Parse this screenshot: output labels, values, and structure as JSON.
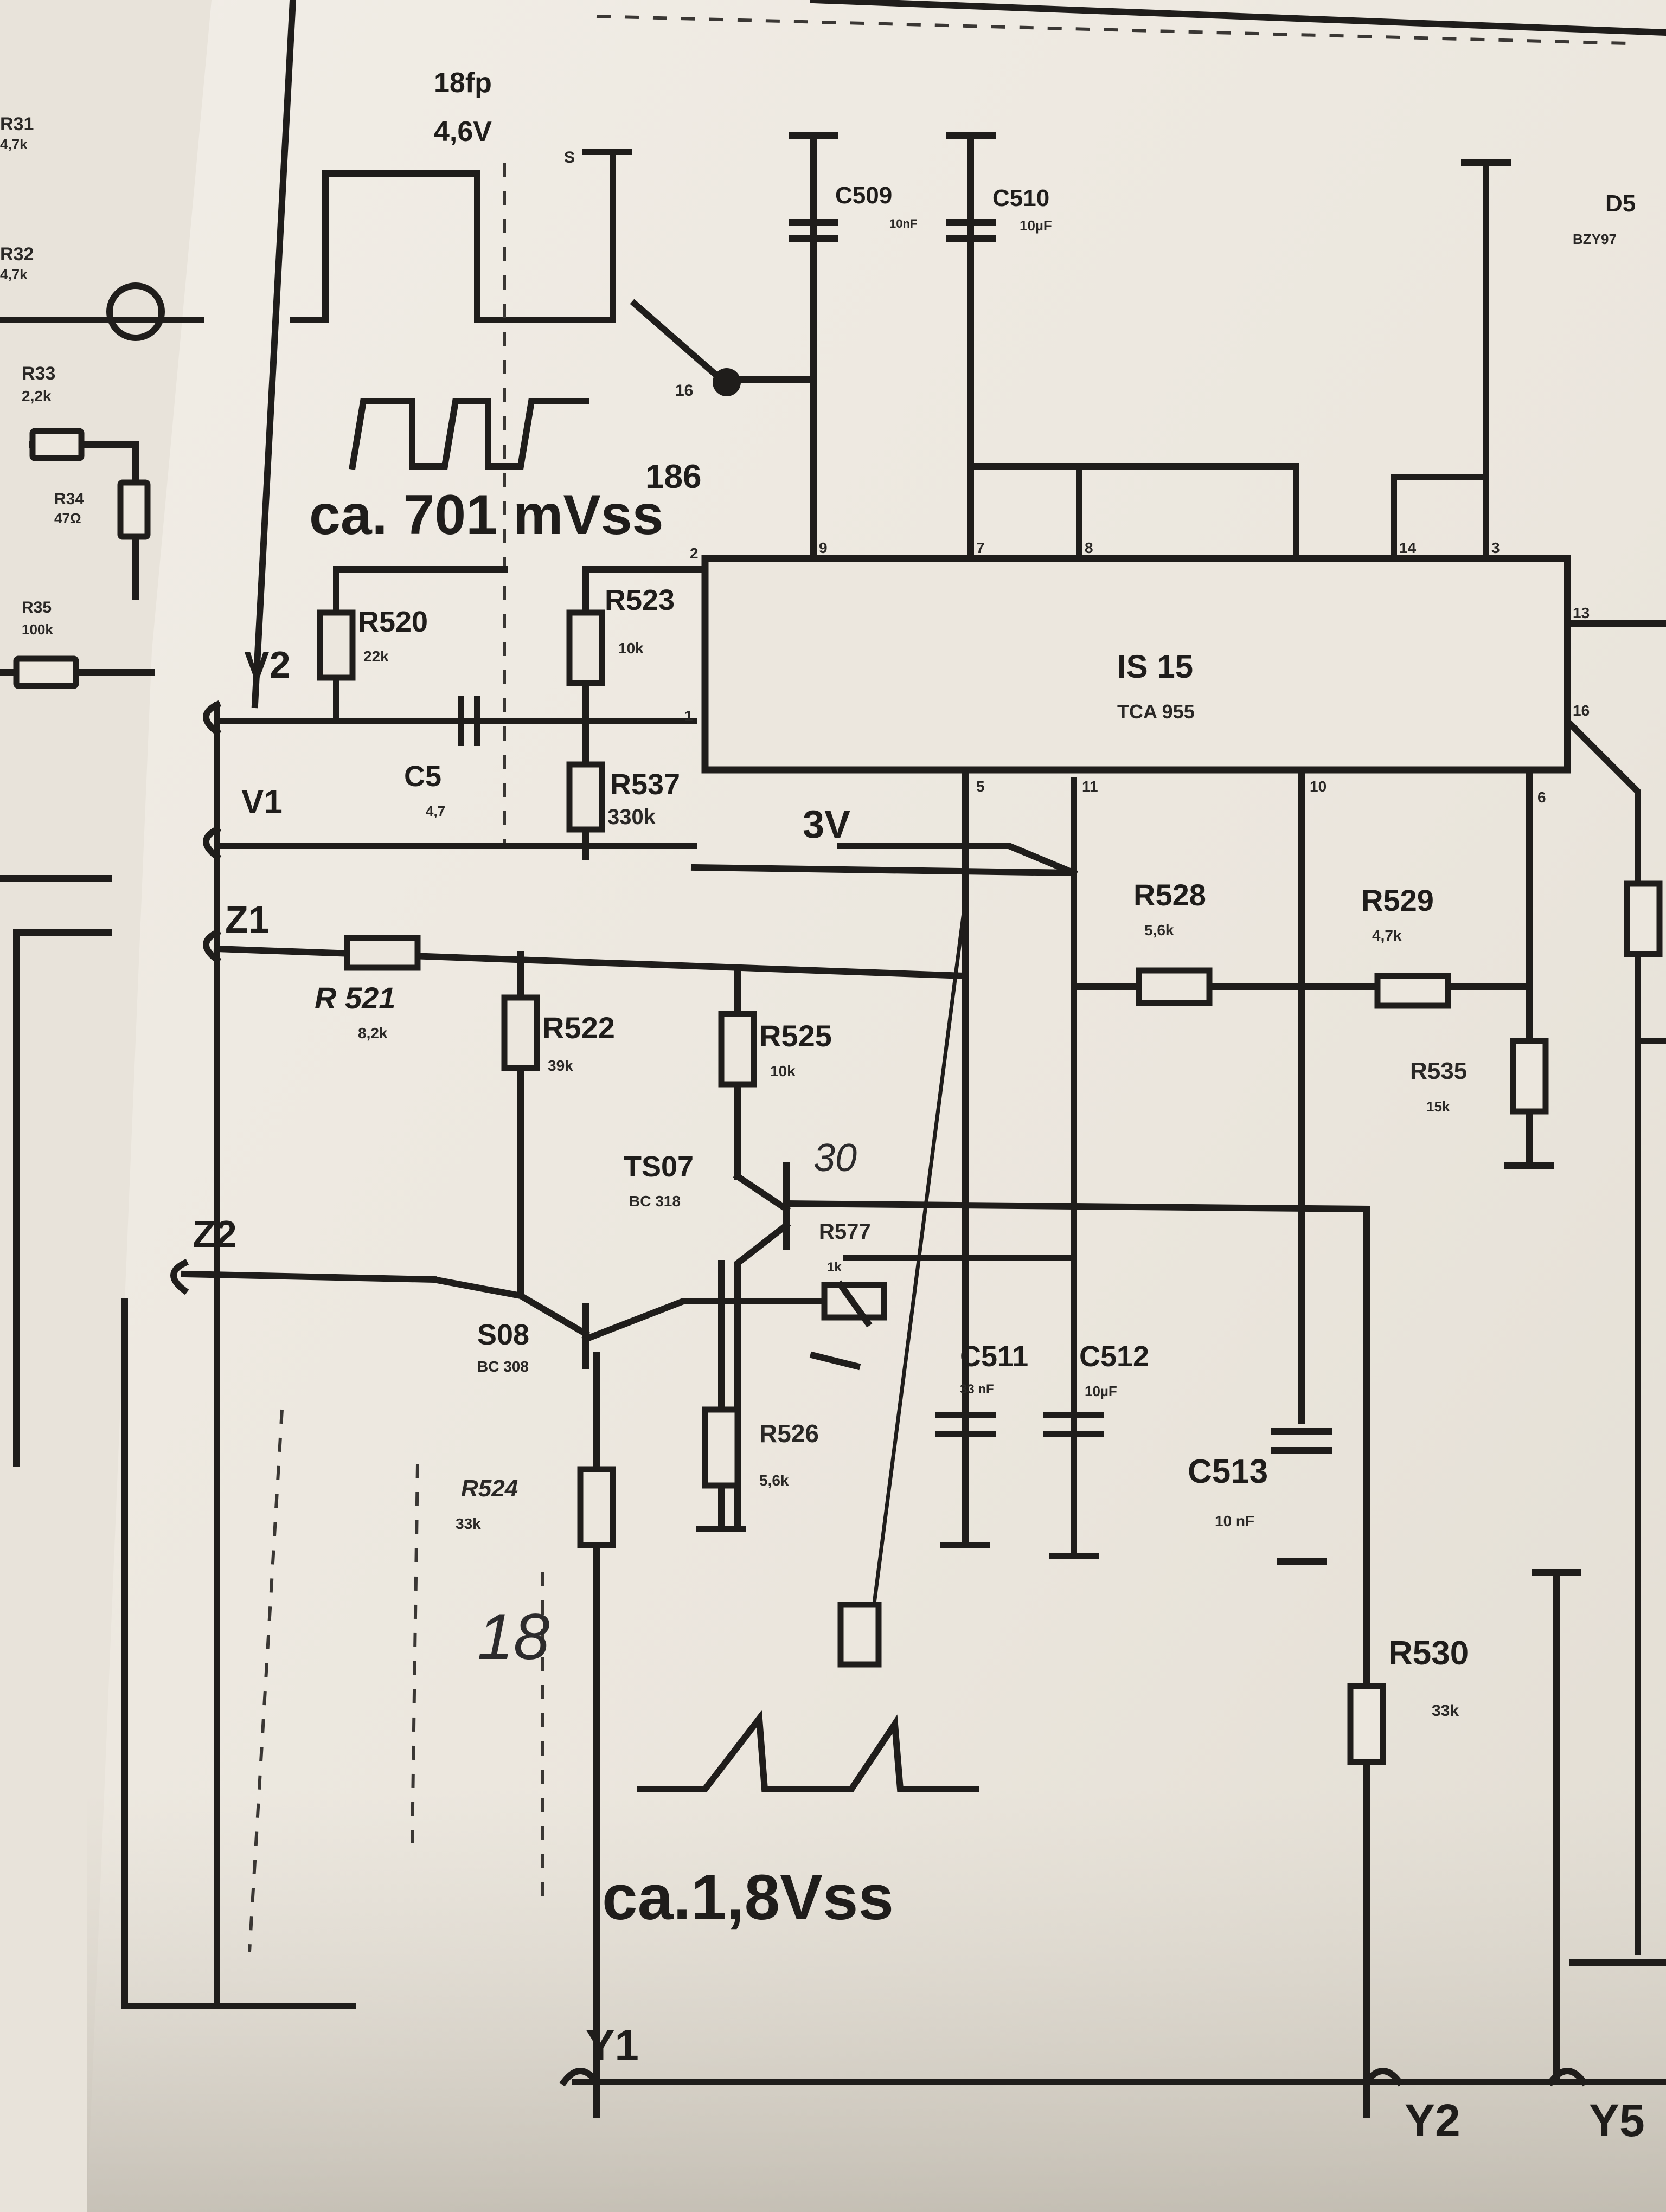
{
  "schematic": {
    "ic": {
      "name": "IS 15",
      "type": "TCA 955",
      "pins": [
        "2",
        "1",
        "9",
        "7",
        "8",
        "14",
        "3",
        "13",
        "16",
        "5",
        "11",
        "10",
        "6"
      ]
    },
    "terminals": [
      "V2",
      "V1",
      "Z1",
      "Z2",
      "Y1",
      "Y2",
      "Y5"
    ],
    "transistors": [
      {
        "ref": "TS07",
        "type": "BC 318",
        "note": "30"
      },
      {
        "ref": "S08",
        "type": "BC 308"
      }
    ],
    "resistors": [
      {
        "ref": "R520",
        "value": "22k"
      },
      {
        "ref": "R523",
        "value": "10k"
      },
      {
        "ref": "R537",
        "value": "330k"
      },
      {
        "ref": "R 521",
        "value": "8,2k"
      },
      {
        "ref": "R522",
        "value": "39k"
      },
      {
        "ref": "R525",
        "value": "10k"
      },
      {
        "ref": "R528",
        "value": "5,6k"
      },
      {
        "ref": "R529",
        "value": "4,7k"
      },
      {
        "ref": "R535",
        "value": "15k"
      },
      {
        "ref": "R526",
        "value": "5,6k"
      },
      {
        "ref": "R524",
        "value": "33k"
      },
      {
        "ref": "R530",
        "value": "33k"
      },
      {
        "ref": "R577",
        "value": "1k"
      }
    ],
    "capacitors": [
      {
        "ref": "C509",
        "value": "10nF"
      },
      {
        "ref": "C510",
        "value": "10µF"
      },
      {
        "ref": "C5",
        "value": "4,7"
      },
      {
        "ref": "C511",
        "value": "33 nF"
      },
      {
        "ref": "C512",
        "value": "10µF"
      },
      {
        "ref": "C513",
        "value": "10 nF"
      }
    ],
    "left_partial_labels": [
      "R31",
      "4,7k",
      "R32",
      "4,7k",
      "R33",
      "2,2k",
      "R34",
      "47Ω",
      "R35",
      "100k"
    ],
    "right_partial_labels": [
      "D5",
      "BZY97"
    ],
    "annotations": {
      "top_waveform_freq": "18fp",
      "top_waveform_amp": "4,6V",
      "top_switch_label": "S",
      "pin16_label": "16",
      "node_186": "186",
      "top_ampl": "ca. 701 mVss",
      "mid_voltage": "3V",
      "bottom_ampl": "ca.1,8Vss",
      "handwritten_18": "18",
      "r577_label": "R577",
      "r577_value": "1k"
    }
  }
}
